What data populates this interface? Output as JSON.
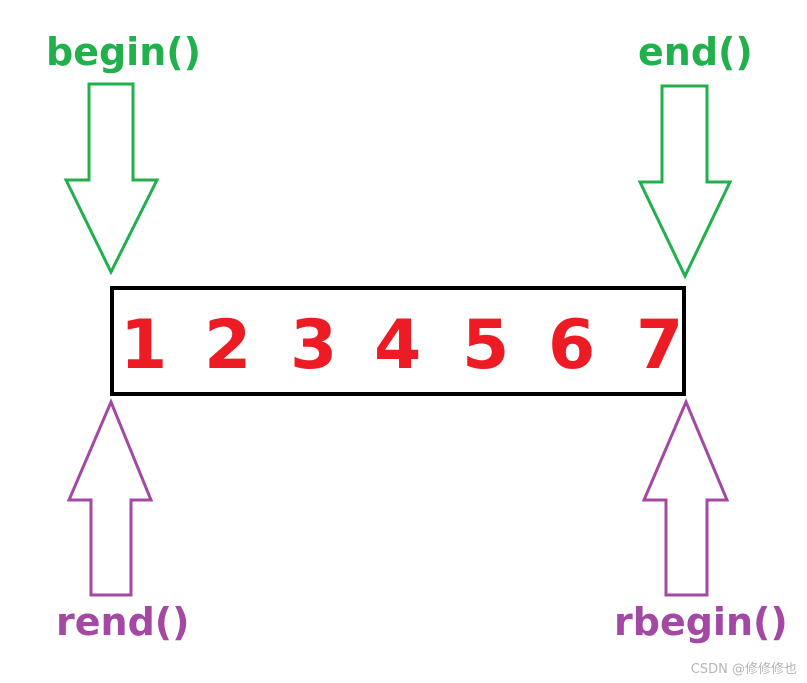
{
  "labels": {
    "begin": "begin()",
    "end": "end()",
    "rend": "rend()",
    "rbegin": "rbegin()"
  },
  "elements": [
    "1",
    "2",
    "3",
    "4",
    "5",
    "6",
    "7"
  ],
  "watermark": "CSDN @修修修也",
  "colors": {
    "forward_iterator": "#22b04c",
    "reverse_iterator": "#a349a4",
    "element_text": "#ed1c24",
    "box_border": "#000000"
  },
  "icons": {
    "begin_arrow": "down-arrow-outline",
    "end_arrow": "down-arrow-outline",
    "rend_arrow": "up-arrow-outline",
    "rbegin_arrow": "up-arrow-outline"
  }
}
